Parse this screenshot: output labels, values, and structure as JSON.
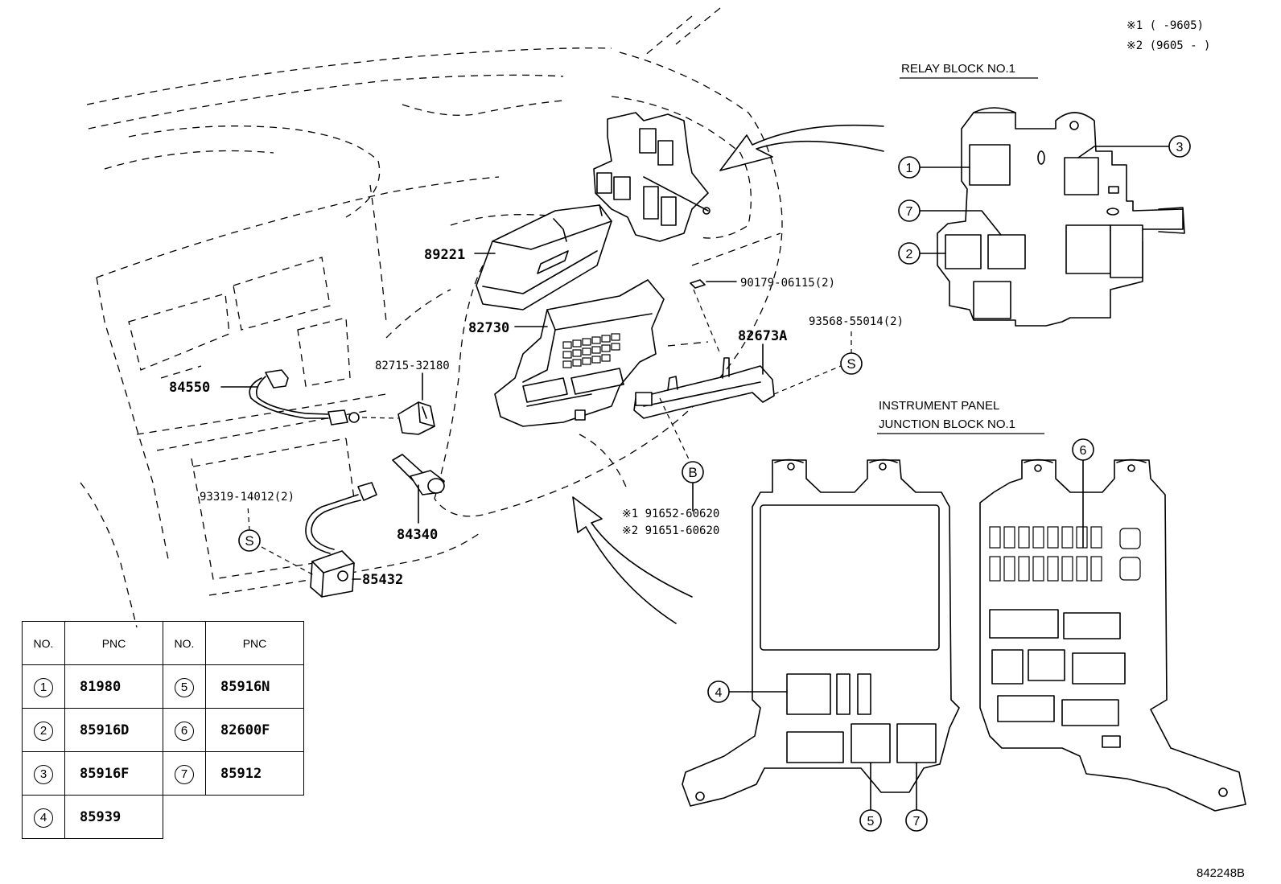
{
  "notes": {
    "note1": "※1 (      -9605)",
    "note2": "※2 (9605 -      )"
  },
  "headings": {
    "relay_block": "RELAY BLOCK NO.1",
    "junction_line1": "INSTRUMENT PANEL",
    "junction_line2": "JUNCTION BLOCK NO.1"
  },
  "parts": {
    "p89221": "89221",
    "p82730": "82730",
    "p84550": "84550",
    "p82715": "82715-32180",
    "p84340": "84340",
    "p85432": "85432",
    "p93319": "93319-14012(2)",
    "p90179": "90179-06115(2)",
    "p82673A": "82673A",
    "p93568": "93568-55014(2)",
    "p91652": "※1 91652-60620",
    "p91651": "※2 91651-60620"
  },
  "markers": {
    "S": "S",
    "B": "B"
  },
  "callouts": [
    "1",
    "2",
    "3",
    "4",
    "5",
    "6",
    "7"
  ],
  "table": {
    "headers": [
      "NO.",
      "PNC",
      "NO.",
      "PNC"
    ],
    "rows": [
      {
        "no1": "1",
        "pnc1": "81980",
        "no2": "5",
        "pnc2": "85916N"
      },
      {
        "no1": "2",
        "pnc1": "85916D",
        "no2": "6",
        "pnc2": "82600F"
      },
      {
        "no1": "3",
        "pnc1": "85916F",
        "no2": "7",
        "pnc2": "85912"
      },
      {
        "no1": "4",
        "pnc1": "85939",
        "no2": "",
        "pnc2": ""
      }
    ]
  },
  "figure_id": "842248B"
}
